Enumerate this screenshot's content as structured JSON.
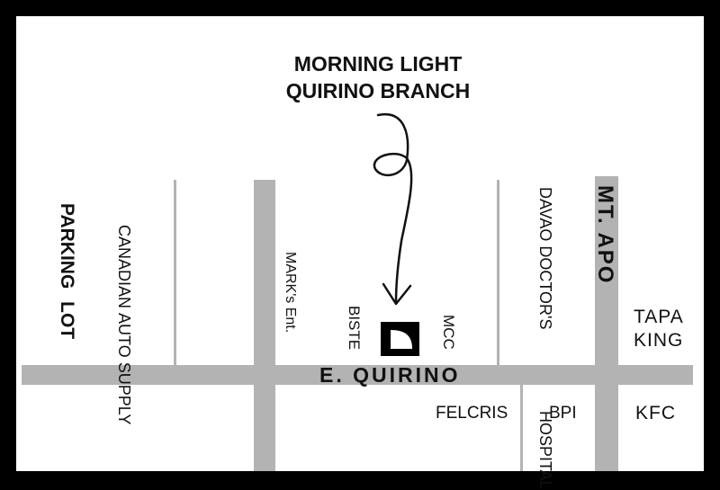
{
  "title": {
    "line1": "MORNING LIGHT",
    "line2": "QUIRINO BRANCH"
  },
  "streets": {
    "main": "E. QUIRINO",
    "cross": "MT. APO"
  },
  "places": {
    "parking": "PARKING LOT",
    "canadian_line1": "CANADIAN",
    "canadian_line2": "AUTO SUPPLY",
    "marks": "MARK's Ent.",
    "biste": "BISTE",
    "mcc": "MCC",
    "davao_line1": "DAVAO DOCTOR'S",
    "davao_line2": "HOSPITAL",
    "tapa_line1": "TAPA",
    "tapa_line2": "KING",
    "felcris": "FELCRIS",
    "bpi": "BPI",
    "kfc": "KFC"
  },
  "colors": {
    "frame": "#000000",
    "paper": "#ffffff",
    "road": "#b3b3b3",
    "ink": "#111111"
  }
}
